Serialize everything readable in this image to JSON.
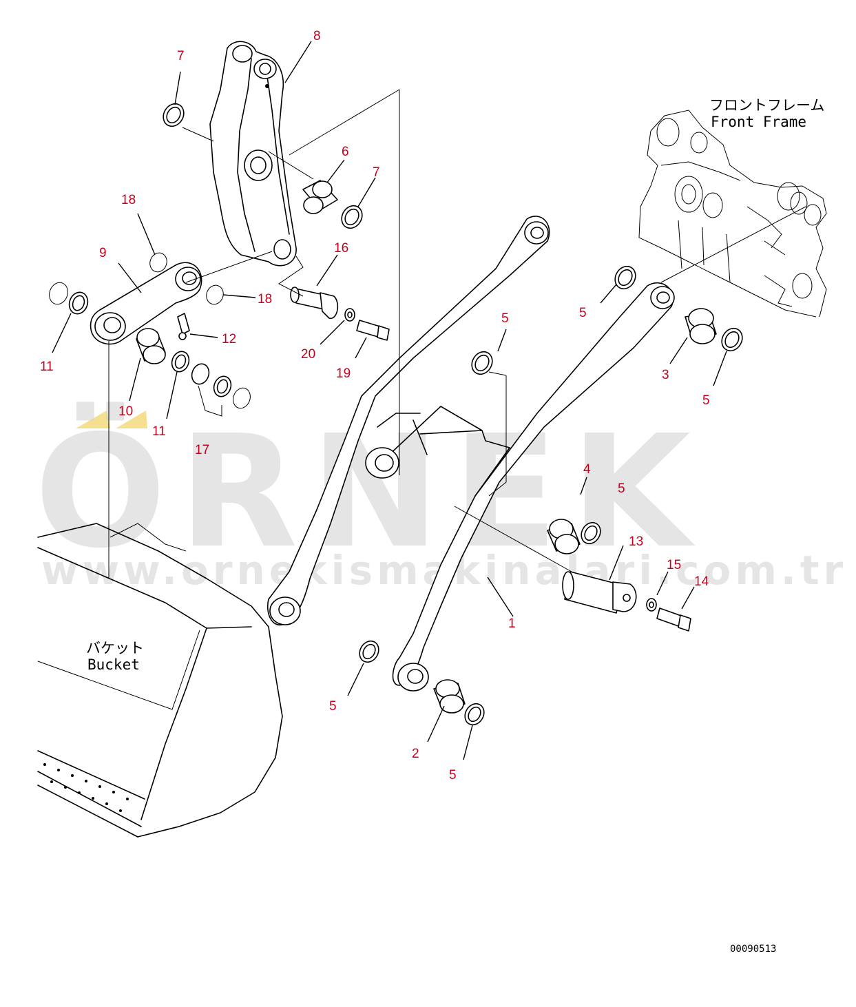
{
  "watermark": {
    "name": "ÖRNEK",
    "url": "www.ornekismakinalari.com.tr"
  },
  "labels": {
    "front_frame_jp": "フロントフレーム",
    "front_frame_en": "Front Frame",
    "bucket_jp": "バケット",
    "bucket_en": "Bucket"
  },
  "drawing_number": "00090513",
  "callouts": [
    "8",
    "7",
    "6",
    "7",
    "18",
    "9",
    "18",
    "16",
    "11",
    "12",
    "20",
    "19",
    "10",
    "11",
    "17",
    "5",
    "5",
    "3",
    "5",
    "4",
    "5",
    "13",
    "15",
    "14",
    "1",
    "5",
    "2",
    "5"
  ]
}
